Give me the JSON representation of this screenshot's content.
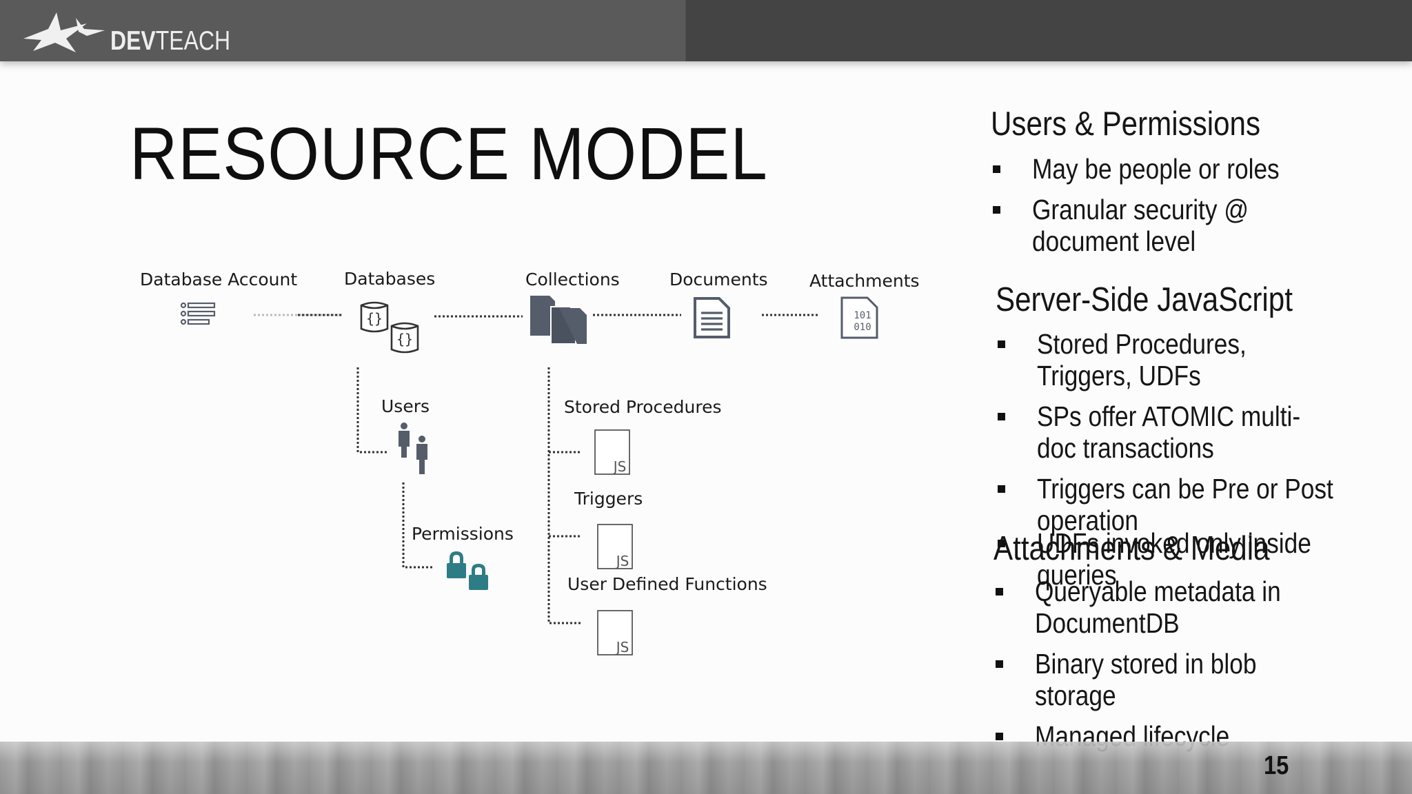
{
  "header": {
    "brand_bold": "DEV",
    "brand_light": "TEACH"
  },
  "title": "RESOURCE MODEL",
  "diagram": {
    "nodes": {
      "database_account": "Database Account",
      "databases": "Databases",
      "collections": "Collections",
      "documents": "Documents",
      "attachments": "Attachments",
      "users": "Users",
      "permissions": "Permissions",
      "stored_procedures": "Stored Procedures",
      "triggers": "Triggers",
      "user_defined_functions": "User Defined Functions"
    },
    "binary_glyph_top": "101",
    "binary_glyph_bottom": "010",
    "js_glyph": "JS"
  },
  "sections": [
    {
      "heading": "Users & Permissions",
      "items": [
        "May be people or roles",
        "Granular security @ document level"
      ]
    },
    {
      "heading": "Server-Side JavaScript",
      "items": [
        "Stored Procedures, Triggers, UDFs",
        "SPs offer ATOMIC multi-doc transactions",
        "Triggers can be Pre or Post operation",
        "UDFs invoked only inside queries"
      ]
    },
    {
      "heading": "Attachments & Media",
      "items": [
        "Queryable metadata in DocumentDB",
        "Binary stored in blob storage",
        "Managed lifecycle"
      ]
    }
  ],
  "footer": {
    "page_number": "15"
  },
  "colors": {
    "header_bar": "#5a5a5a",
    "icon_slate": "#555d6b",
    "lock_teal": "#2e7d86",
    "text": "#111111"
  }
}
